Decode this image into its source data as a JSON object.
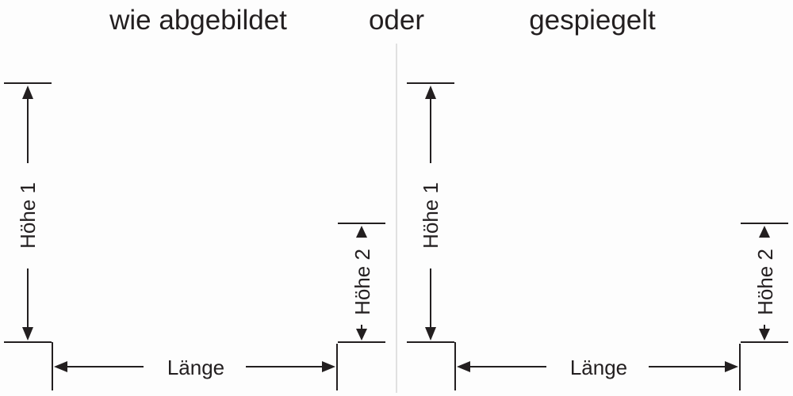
{
  "titles": {
    "as_shown": "wie abgebildet",
    "or": "oder",
    "mirrored": "gespiegelt"
  },
  "diagrams": [
    {
      "variant": "as_shown",
      "height1": "Höhe 1",
      "height2": "Höhe 2",
      "length": "Länge"
    },
    {
      "variant": "mirrored",
      "height1": "Höhe 1",
      "height2": "Höhe 2",
      "length": "Länge"
    }
  ],
  "colors": {
    "ink": "#231f20",
    "divider": "#d8d8d8",
    "background": "#fdfdfd"
  }
}
